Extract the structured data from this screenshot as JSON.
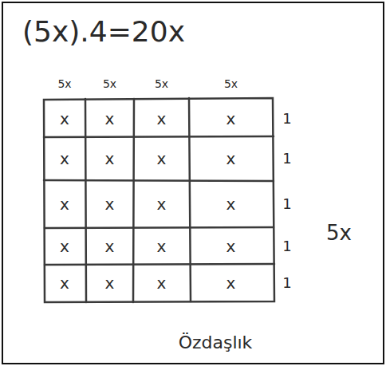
{
  "diagram": {
    "title": "(5x).4=20x",
    "caption": "Özdaşlık",
    "labels": [
      "5x",
      "5x",
      "5x",
      "5x",
      "x",
      "x",
      "x",
      "x",
      "x",
      "x",
      "x",
      "x",
      "x",
      "x",
      "x",
      "x",
      "x",
      "x",
      "x",
      "x",
      "x",
      "x",
      "x",
      "x",
      "1",
      "1",
      "1",
      "1",
      "1",
      "5x"
    ]
  }
}
